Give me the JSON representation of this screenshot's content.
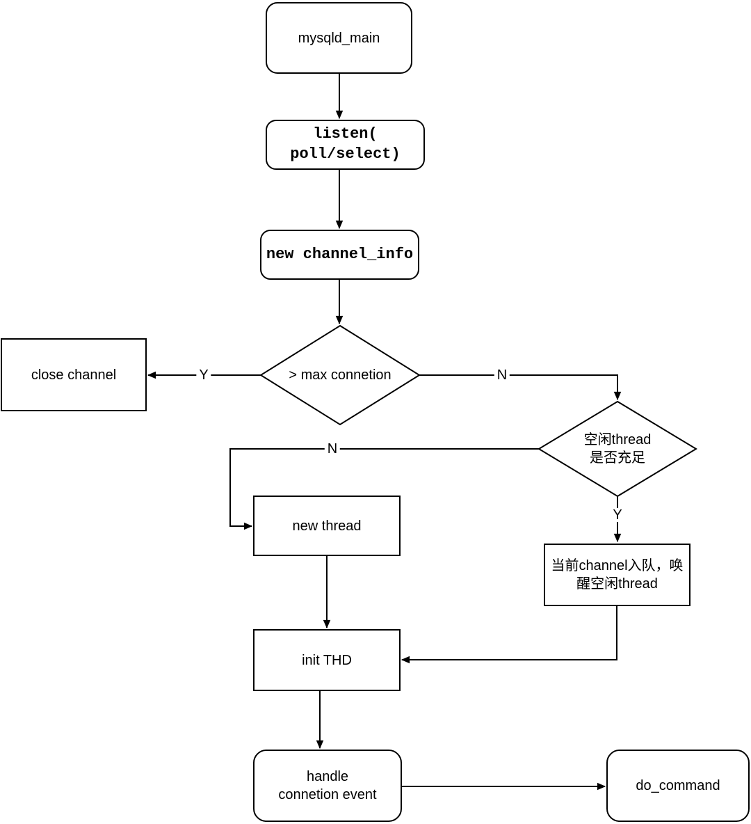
{
  "diagram": {
    "colors": {
      "stroke": "#000000",
      "node_fill": "#ffffff",
      "background": "#ffffff"
    },
    "nodes": {
      "mysqld_main": {
        "label": "mysqld_main"
      },
      "listen": {
        "label": "listen(\npoll/select)"
      },
      "new_channel_info": {
        "label": "new channel_info"
      },
      "max_connection_decision": {
        "label": "> max connetion"
      },
      "close_channel": {
        "label": "close channel"
      },
      "idle_thread_decision": {
        "label": "空闲thread\n是否充足"
      },
      "new_thread": {
        "label": "new thread"
      },
      "enqueue_channel": {
        "label": "当前channel入队，唤\n醒空闲thread"
      },
      "init_thd": {
        "label": "init THD"
      },
      "handle_connection_event": {
        "label": "handle\nconnetion event"
      },
      "do_command": {
        "label": "do_command"
      }
    },
    "edge_labels": {
      "max_conn_yes": "Y",
      "max_conn_no": "N",
      "idle_no": "N",
      "idle_yes": "Y"
    }
  }
}
